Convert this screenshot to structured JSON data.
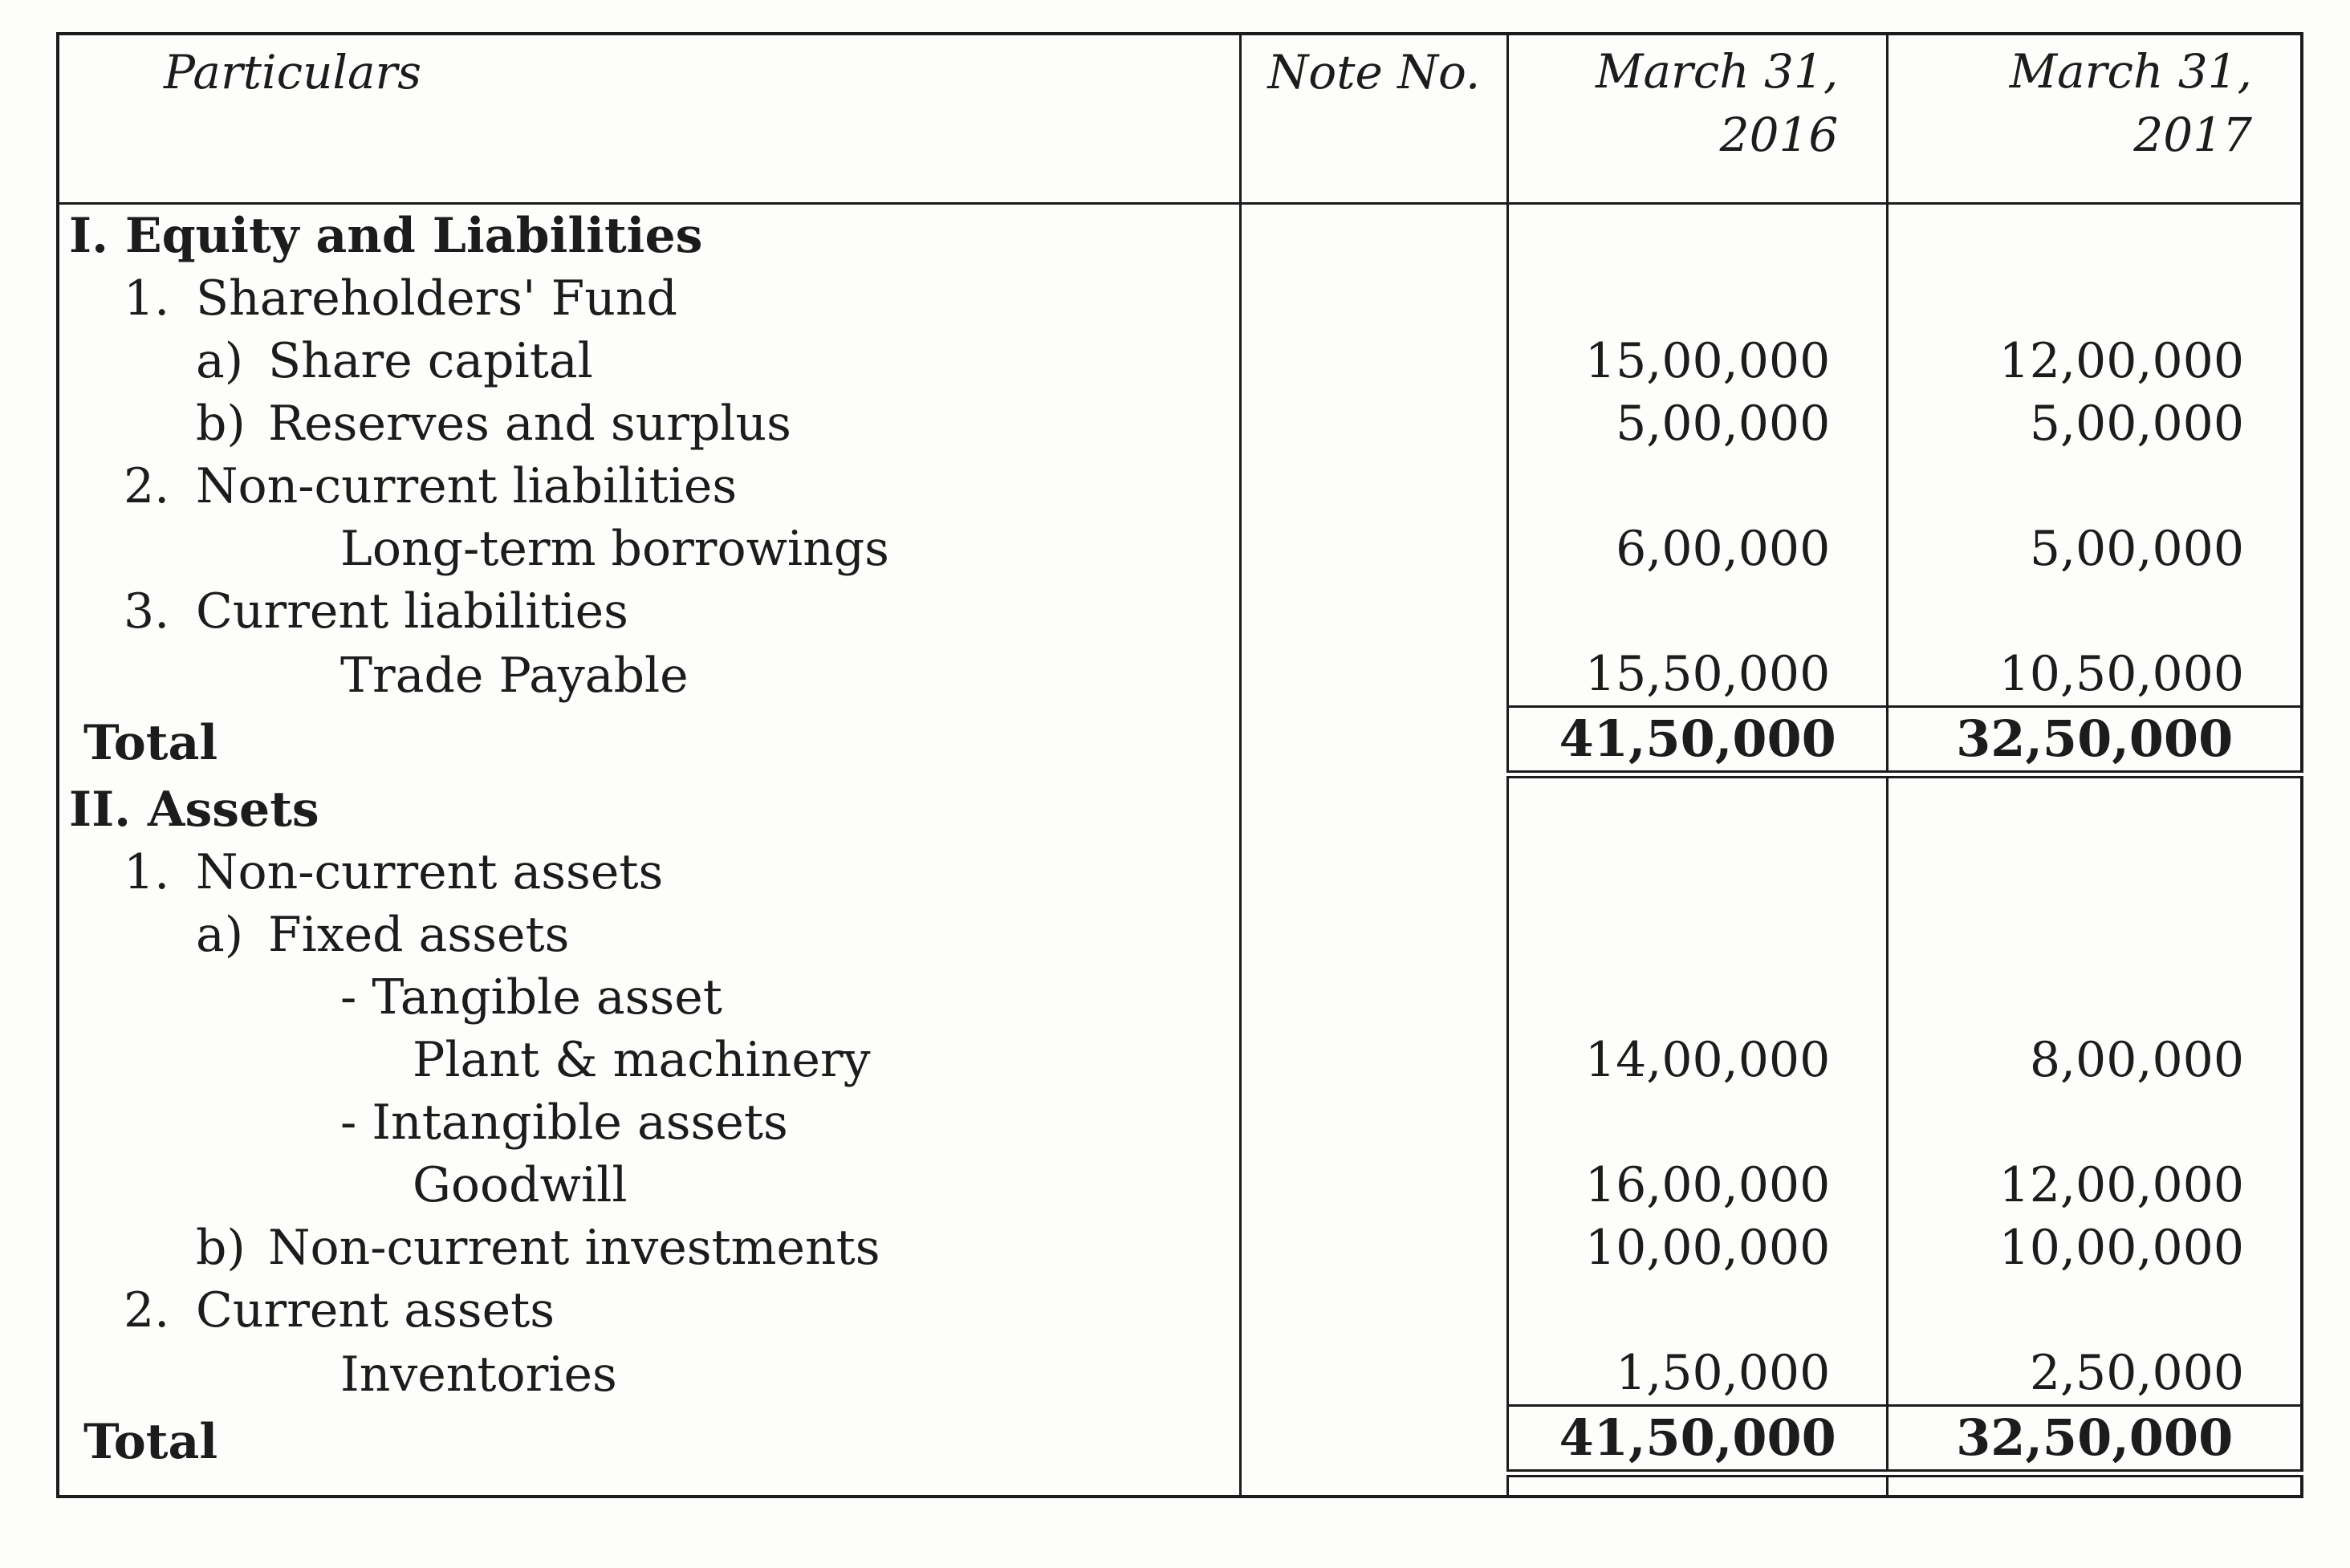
{
  "header": {
    "particulars": "Particulars",
    "note_no": "Note No.",
    "year1_line1": "March 31,",
    "year1_line2": "2016",
    "year2_line1": "March 31,",
    "year2_line2": "2017"
  },
  "equity": {
    "heading": "I. Equity and Liabilities",
    "shareholders": {
      "marker": "1.",
      "label": "Shareholders' Fund"
    },
    "share_capital": {
      "marker": "a)",
      "label": "Share capital",
      "y1": "15,00,000",
      "y2": "12,00,000"
    },
    "reserves": {
      "marker": "b)",
      "label": "Reserves and surplus",
      "y1": "5,00,000",
      "y2": "5,00,000"
    },
    "noncurrent_liab": {
      "marker": "2.",
      "label": "Non-current liabilities"
    },
    "long_term": {
      "label": "Long-term borrowings",
      "y1": "6,00,000",
      "y2": "5,00,000"
    },
    "current_liab": {
      "marker": "3.",
      "label": "Current liabilities"
    },
    "trade_payable": {
      "label": "Trade Payable",
      "y1": "15,50,000",
      "y2": "10,50,000"
    },
    "total": {
      "label": "Total",
      "y1": "41,50,000",
      "y2": "32,50,000"
    }
  },
  "assets": {
    "heading": "II. Assets",
    "noncurrent": {
      "marker": "1.",
      "label": "Non-current assets"
    },
    "fixed": {
      "marker": "a)",
      "label": "Fixed assets"
    },
    "tangible": {
      "label": "- Tangible asset"
    },
    "plant": {
      "label": "Plant & machinery",
      "y1": "14,00,000",
      "y2": "8,00,000"
    },
    "intangible": {
      "label": "- Intangible assets"
    },
    "goodwill": {
      "label": "Goodwill",
      "y1": "16,00,000",
      "y2": "12,00,000"
    },
    "investments": {
      "marker": "b)",
      "label": "Non-current investments",
      "y1": "10,00,000",
      "y2": "10,00,000"
    },
    "current": {
      "marker": "2.",
      "label": "Current assets"
    },
    "inventories": {
      "label": "Inventories",
      "y1": "1,50,000",
      "y2": "2,50,000"
    },
    "total": {
      "label": "Total",
      "y1": "41,50,000",
      "y2": "32,50,000"
    }
  }
}
